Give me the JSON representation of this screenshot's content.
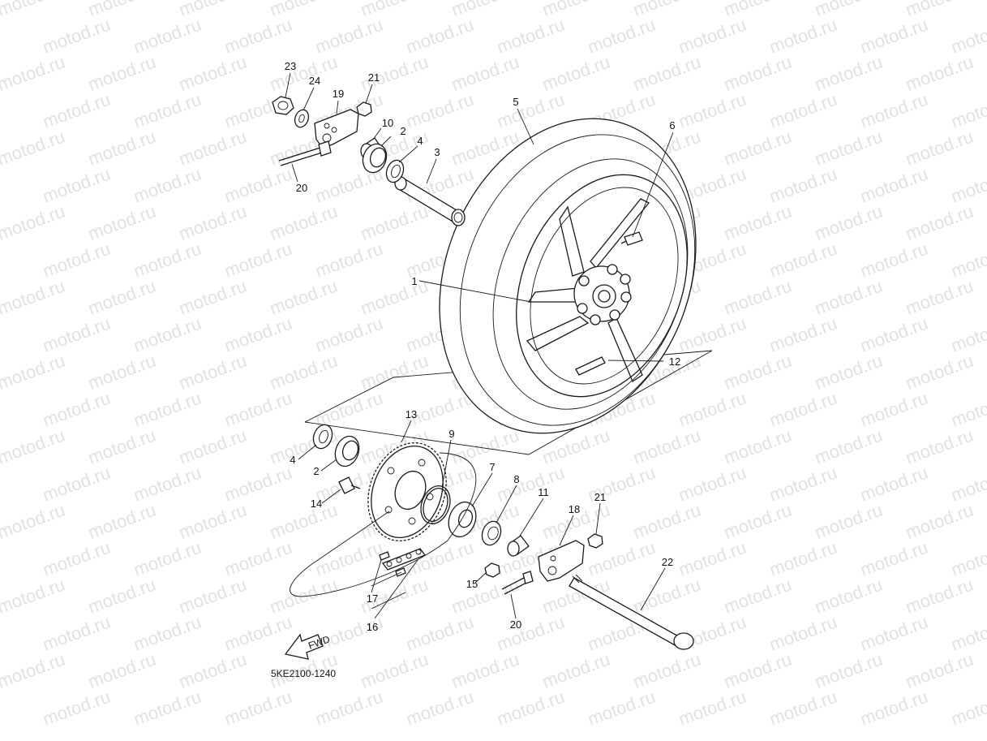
{
  "watermark": {
    "text": "motod.ru"
  },
  "diagram": {
    "code": "5KE2100-1240",
    "fwd_text": "FWD",
    "callouts": [
      {
        "id": "c23",
        "text": "23"
      },
      {
        "id": "c24",
        "text": "24"
      },
      {
        "id": "c19",
        "text": "19"
      },
      {
        "id": "c21a",
        "text": "21"
      },
      {
        "id": "c10",
        "text": "10"
      },
      {
        "id": "c2a",
        "text": "2"
      },
      {
        "id": "c4a",
        "text": "4"
      },
      {
        "id": "c3",
        "text": "3"
      },
      {
        "id": "c20a",
        "text": "20"
      },
      {
        "id": "c5",
        "text": "5"
      },
      {
        "id": "c6",
        "text": "6"
      },
      {
        "id": "c1",
        "text": "1"
      },
      {
        "id": "c12",
        "text": "12"
      },
      {
        "id": "c13",
        "text": "13"
      },
      {
        "id": "c9",
        "text": "9"
      },
      {
        "id": "c4b",
        "text": "4"
      },
      {
        "id": "c2b",
        "text": "2"
      },
      {
        "id": "c7",
        "text": "7"
      },
      {
        "id": "c8",
        "text": "8"
      },
      {
        "id": "c11",
        "text": "11"
      },
      {
        "id": "c18",
        "text": "18"
      },
      {
        "id": "c21b",
        "text": "21"
      },
      {
        "id": "c14",
        "text": "14"
      },
      {
        "id": "c22",
        "text": "22"
      },
      {
        "id": "c15",
        "text": "15"
      },
      {
        "id": "c17",
        "text": "17"
      },
      {
        "id": "c16",
        "text": "16"
      },
      {
        "id": "c20b",
        "text": "20"
      }
    ]
  }
}
